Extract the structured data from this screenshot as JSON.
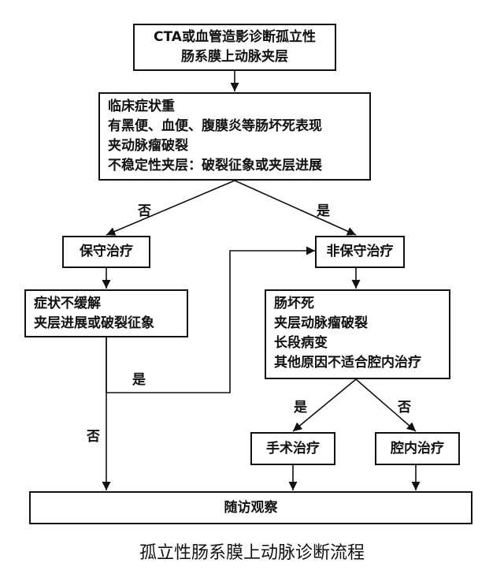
{
  "nodes": {
    "start": [
      "CTA或血管造影诊断孤立性",
      "肠系膜上动脉夹层"
    ],
    "criteria": [
      "临床症状重",
      "有黑便、血便、腹膜炎等肠坏死表现",
      "夹动脉瘤破裂",
      "不稳定性夹层：破裂征象或夹层进展"
    ],
    "conservative": [
      "保守治疗"
    ],
    "non_conservative": [
      "非保守治疗"
    ],
    "not_relieved": [
      "症状不缓解",
      "夹层进展或破裂征象"
    ],
    "indications": [
      "肠坏死",
      "夹层动脉瘤破裂",
      "长段病变",
      "其他原因不适合腔内治疗"
    ],
    "surgery": [
      "手术治疗"
    ],
    "endovascular": [
      "腔内治疗"
    ],
    "follow_up": [
      "随访观察"
    ]
  },
  "labels": {
    "no_left": "否",
    "yes_right": "是",
    "yes_cross": "是",
    "no_down": "否",
    "yes_surgery": "是",
    "no_endo": "否"
  },
  "caption": "孤立性肠系膜上动脉诊断流程"
}
